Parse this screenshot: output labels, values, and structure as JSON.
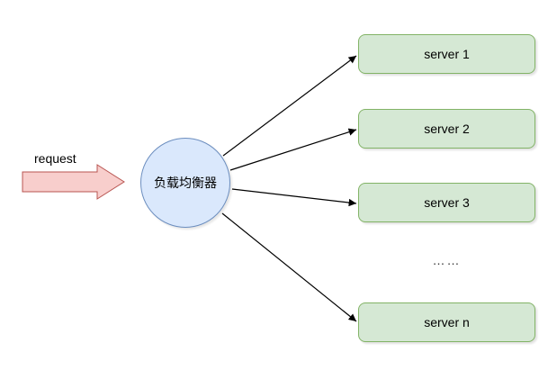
{
  "request": {
    "label": "request"
  },
  "load_balancer": {
    "label": "负载均衡器"
  },
  "servers": [
    {
      "label": "server 1"
    },
    {
      "label": "server 2"
    },
    {
      "label": "server 3"
    },
    {
      "label": "server n"
    }
  ],
  "ellipsis": "……",
  "colors": {
    "arrow_fill": "#f8cecc",
    "arrow_stroke": "#b85450",
    "circle_fill": "#dae8fc",
    "circle_stroke": "#6c8ebf",
    "box_fill": "#d5e8d4",
    "box_stroke": "#82b366",
    "connector": "#000000"
  }
}
